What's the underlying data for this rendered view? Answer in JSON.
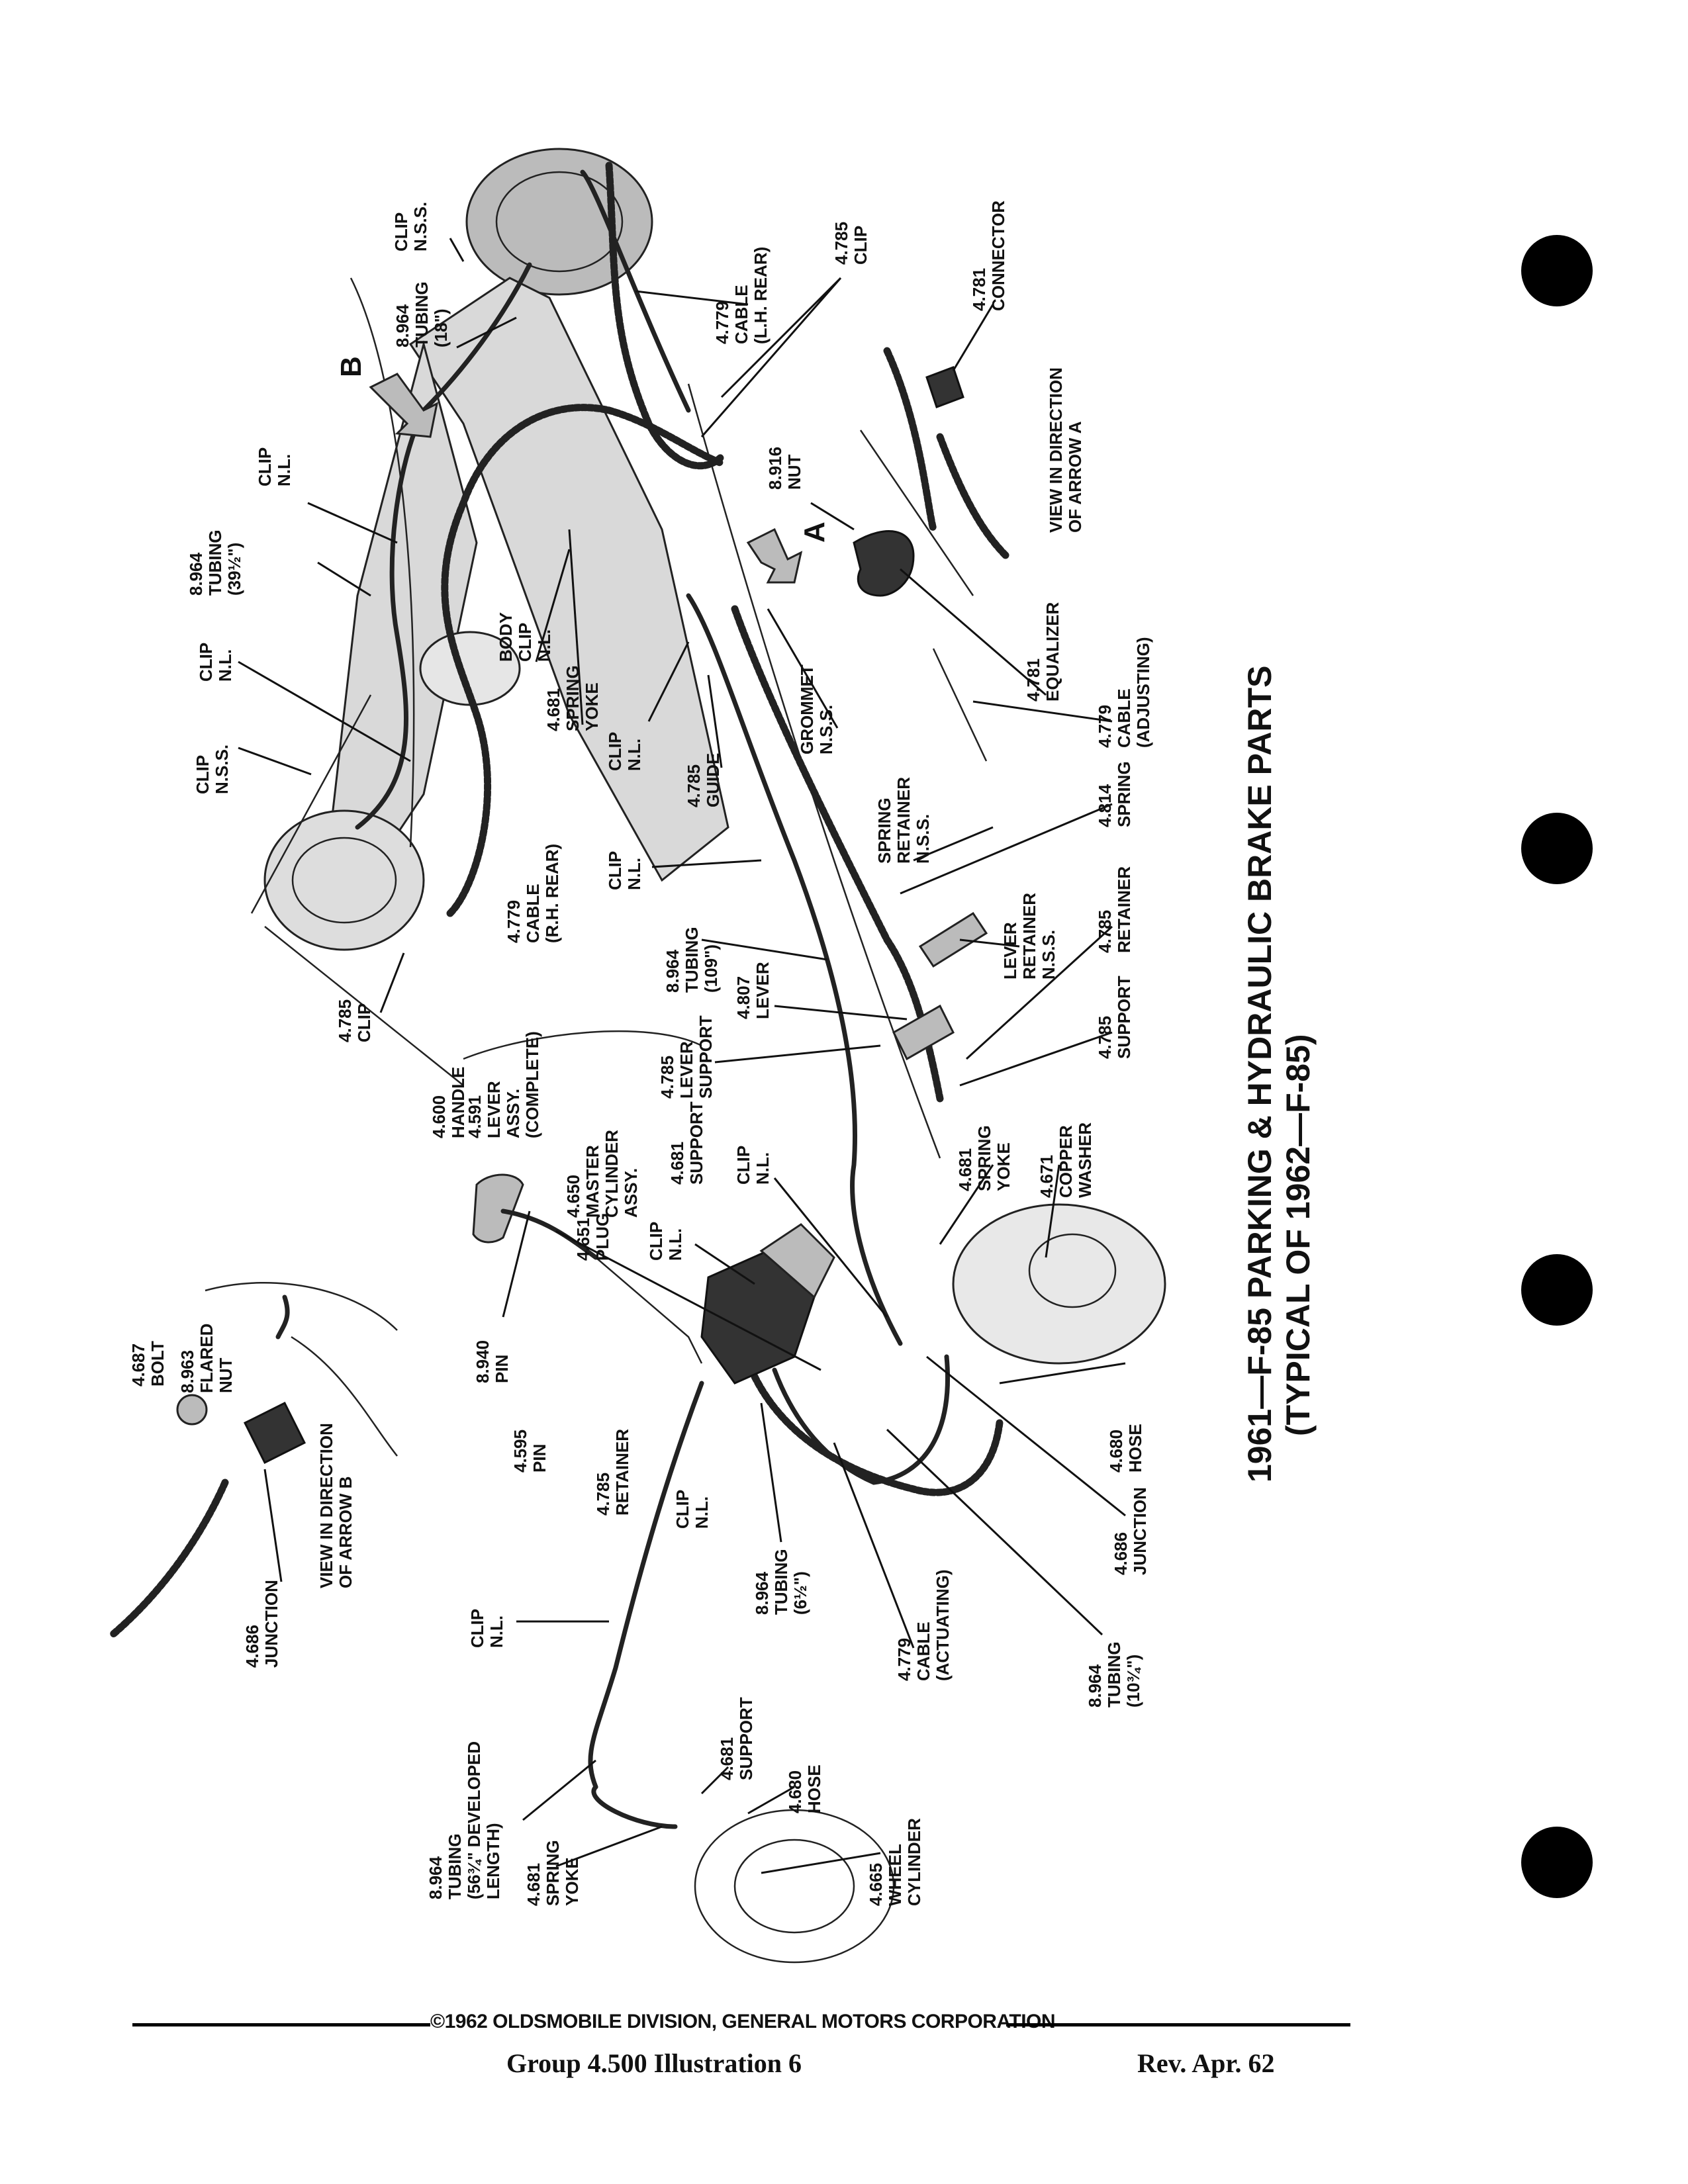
{
  "title": {
    "line1": "1961—F-85 PARKING & HYDRAULIC BRAKE PARTS",
    "line2": "(TYPICAL OF 1962—F-85)"
  },
  "views": {
    "arrow_a": [
      "VIEW IN DIRECTION",
      "OF ARROW A"
    ],
    "arrow_b": [
      "VIEW IN DIRECTION",
      "OF ARROW B"
    ],
    "arrow_a_letter": "A",
    "arrow_b_letter": "B"
  },
  "callouts": [
    {
      "id": "clip-nss-top",
      "lines": [
        "CLIP",
        "N.S.S."
      ]
    },
    {
      "id": "cable-lh-rear",
      "lines": [
        "4.779",
        "CABLE",
        "(L.H. REAR)"
      ]
    },
    {
      "id": "clip-4785-top",
      "lines": [
        "4.785",
        "CLIP"
      ]
    },
    {
      "id": "connector-4781",
      "lines": [
        "4.781",
        "CONNECTOR"
      ]
    },
    {
      "id": "tubing-18",
      "lines": [
        "8.964",
        "TUBING",
        "(18\")"
      ]
    },
    {
      "id": "clip-nl-upper",
      "lines": [
        "CLIP",
        "N.L."
      ]
    },
    {
      "id": "tubing-39",
      "lines": [
        "8.964",
        "TUBING",
        "(39½\")"
      ]
    },
    {
      "id": "nut-8916",
      "lines": [
        "8.916",
        "NUT"
      ]
    },
    {
      "id": "body-clip",
      "lines": [
        "BODY",
        "CLIP",
        "N.L."
      ]
    },
    {
      "id": "clip-nl-left",
      "lines": [
        "CLIP",
        "N.L."
      ]
    },
    {
      "id": "spring-yoke-4681-upper",
      "lines": [
        "4.681",
        "SPRING",
        "YOKE"
      ]
    },
    {
      "id": "clip-nl-mid",
      "lines": [
        "CLIP",
        "N.L."
      ]
    },
    {
      "id": "grommet",
      "lines": [
        "GROMMET",
        "N.S.S."
      ]
    },
    {
      "id": "equalizer",
      "lines": [
        "4.781",
        "EQUALIZER"
      ]
    },
    {
      "id": "cable-adjusting",
      "lines": [
        "4.779",
        "CABLE",
        "(ADJUSTING)"
      ]
    },
    {
      "id": "clip-nss-left",
      "lines": [
        "CLIP",
        "N.S.S."
      ]
    },
    {
      "id": "guide-4785",
      "lines": [
        "4.785",
        "GUIDE"
      ]
    },
    {
      "id": "spring-retainer",
      "lines": [
        "SPRING",
        "RETAINER",
        "N.S.S."
      ]
    },
    {
      "id": "spring-4814",
      "lines": [
        "4.814",
        "SPRING"
      ]
    },
    {
      "id": "clip-nl-center",
      "lines": [
        "CLIP",
        "N.L."
      ]
    },
    {
      "id": "cable-rh-rear",
      "lines": [
        "4.779",
        "CABLE",
        "(R.H. REAR)"
      ]
    },
    {
      "id": "tubing-109",
      "lines": [
        "8.964",
        "TUBING",
        "(109\")"
      ]
    },
    {
      "id": "lever-retainer",
      "lines": [
        "LEVER",
        "RETAINER",
        "N.S.S."
      ]
    },
    {
      "id": "retainer-4785",
      "lines": [
        "4.785",
        "RETAINER"
      ]
    },
    {
      "id": "lever-4807",
      "lines": [
        "4.807",
        "LEVER"
      ]
    },
    {
      "id": "clip-4785-left",
      "lines": [
        "4.785",
        "CLIP"
      ]
    },
    {
      "id": "lever-support",
      "lines": [
        "4.785",
        "LEVER",
        "SUPPORT"
      ]
    },
    {
      "id": "support-4785",
      "lines": [
        "4.785",
        "SUPPORT"
      ]
    },
    {
      "id": "handle-4600",
      "lines": [
        "4.600",
        "HANDLE"
      ]
    },
    {
      "id": "lever-assy",
      "lines": [
        "4.591",
        "LEVER",
        "ASSY.",
        "(COMPLETE)"
      ]
    },
    {
      "id": "master-cylinder",
      "lines": [
        "4.650",
        "MASTER",
        "CYLINDER",
        "ASSY."
      ]
    },
    {
      "id": "support-4681-mid",
      "lines": [
        "4.681",
        "SUPPORT"
      ]
    },
    {
      "id": "clip-nl-right",
      "lines": [
        "CLIP",
        "N.L."
      ]
    },
    {
      "id": "spring-yoke-4681-right",
      "lines": [
        "4.681",
        "SPRING",
        "YOKE"
      ]
    },
    {
      "id": "copper-washer",
      "lines": [
        "4.671",
        "COPPER",
        "WASHER"
      ]
    },
    {
      "id": "plug-4651",
      "lines": [
        "4.651",
        "PLUG"
      ]
    },
    {
      "id": "clip-nl-master",
      "lines": [
        "CLIP",
        "N.L."
      ]
    },
    {
      "id": "bolt-4687",
      "lines": [
        "4.687",
        "BOLT"
      ]
    },
    {
      "id": "flared-nut",
      "lines": [
        "8.963",
        "FLARED",
        "NUT"
      ]
    },
    {
      "id": "pin-8940",
      "lines": [
        "8.940",
        "PIN"
      ]
    },
    {
      "id": "pin-4595",
      "lines": [
        "4.595",
        "PIN"
      ]
    },
    {
      "id": "retainer-4785-low",
      "lines": [
        "4.785",
        "RETAINER"
      ]
    },
    {
      "id": "hose-4680-right",
      "lines": [
        "4.680",
        "HOSE"
      ]
    },
    {
      "id": "clip-nl-lower",
      "lines": [
        "CLIP",
        "N.L."
      ]
    },
    {
      "id": "junction-4686-right",
      "lines": [
        "4.686",
        "JUNCTION"
      ]
    },
    {
      "id": "junction-4686-left",
      "lines": [
        "4.686",
        "JUNCTION"
      ]
    },
    {
      "id": "tubing-6",
      "lines": [
        "8.964",
        "TUBING",
        "(6½\")"
      ]
    },
    {
      "id": "cable-actuating",
      "lines": [
        "4.779",
        "CABLE",
        "(ACTUATING)"
      ]
    },
    {
      "id": "tubing-10",
      "lines": [
        "8.964",
        "TUBING",
        "(10¾\")"
      ]
    },
    {
      "id": "clip-nl-bottom",
      "lines": [
        "CLIP",
        "N.L."
      ]
    },
    {
      "id": "support-4681-low",
      "lines": [
        "4.681",
        "SUPPORT"
      ]
    },
    {
      "id": "hose-4680-low",
      "lines": [
        "4.680",
        "HOSE"
      ]
    },
    {
      "id": "tubing-56",
      "lines": [
        "8.964",
        "TUBING",
        "(56¾\" DEVELOPED",
        "LENGTH)"
      ]
    },
    {
      "id": "wheel-cylinder",
      "lines": [
        "4.665",
        "WHEEL",
        "CYLINDER"
      ]
    },
    {
      "id": "spring-yoke-4681-low",
      "lines": [
        "4.681",
        "SPRING",
        "YOKE"
      ]
    }
  ],
  "footer": {
    "copyright": "©1962 OLDSMOBILE DIVISION, GENERAL MOTORS CORPORATION",
    "group": "Group  4.500  Illustration  6",
    "revision": "Rev. Apr.  62"
  }
}
